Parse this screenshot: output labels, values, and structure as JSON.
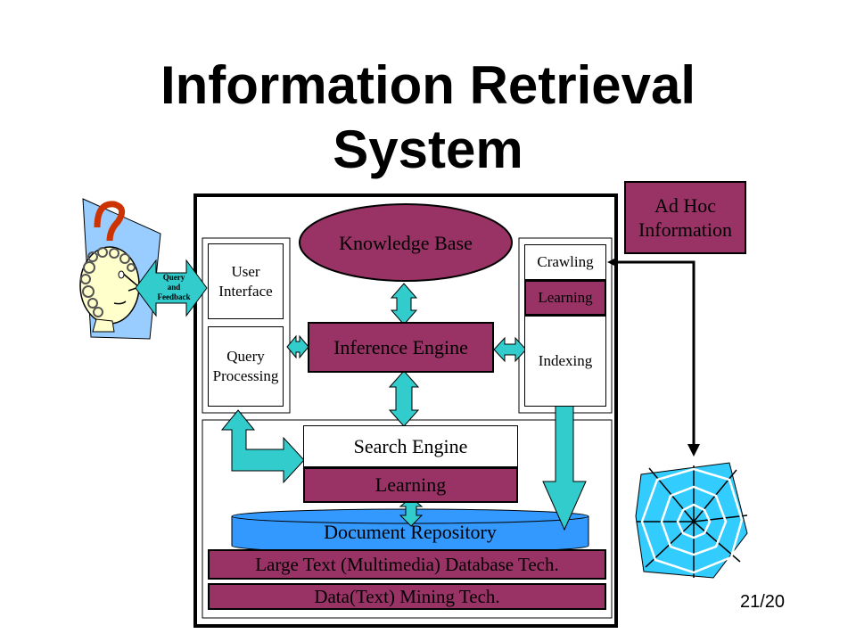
{
  "title": {
    "line1": "Information Retrieval",
    "line2": "System"
  },
  "user_arrow_label": {
    "line1": "Query",
    "line2": "and",
    "line3": "Feedback"
  },
  "components": {
    "knowledge_base": "Knowledge Base",
    "user_interface": {
      "line1": "User",
      "line2": "Interface"
    },
    "query_processing": {
      "line1": "Query",
      "line2": "Processing"
    },
    "inference_engine": "Inference Engine",
    "crawling": "Crawling",
    "learning_right": "Learning",
    "indexing": "Indexing",
    "search_engine": "Search Engine",
    "learning_bottom": "Learning",
    "document_repository": "Document Repository",
    "large_text": "Large Text (Multimedia) Database Tech.",
    "data_mining": "Data(Text) Mining Tech."
  },
  "ad_hoc": {
    "line1": "Ad Hoc",
    "line2": "Information"
  },
  "page_number": "21/20",
  "colors": {
    "plum": "#993366",
    "teal": "#33cccc",
    "repository": "#3399ff",
    "user_bg": "#99ccff"
  }
}
